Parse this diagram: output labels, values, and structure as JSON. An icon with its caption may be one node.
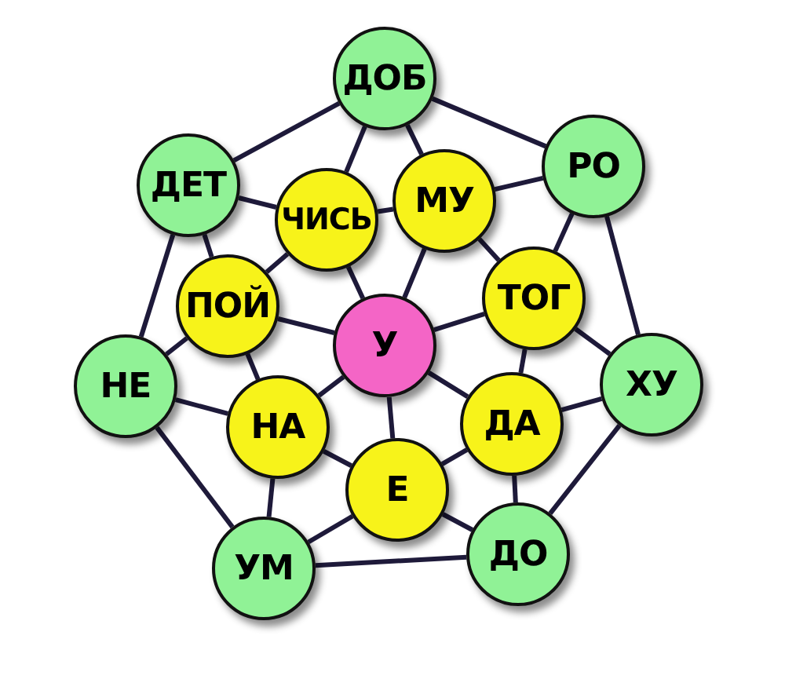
{
  "diagram": {
    "nodes": [
      {
        "text": [
          "ДОБ"
        ]
      },
      {
        "text": [
          "РО"
        ]
      },
      {
        "text": [
          "ДЕТ"
        ]
      },
      {
        "text": [
          "ЧИСЬ"
        ]
      },
      {
        "text": [
          "МУ"
        ]
      },
      {
        "text": [
          "ПОЙ"
        ]
      },
      {
        "text": [
          "ТОГ"
        ]
      },
      {
        "text": [
          "У"
        ]
      },
      {
        "text": [
          "НЕ"
        ]
      },
      {
        "text": [
          "ХУ"
        ]
      },
      {
        "text": [
          "НА"
        ]
      },
      {
        "text": [
          "ДА"
        ]
      },
      {
        "text": [
          "Е"
        ]
      },
      {
        "text": [
          "УМ"
        ]
      },
      {
        "text": [
          "ДО"
        ]
      }
    ],
    "edges": [
      {
        "from": 0,
        "to": 1,
        "arrow": "none"
      },
      {
        "from": 1,
        "to": 9,
        "arrow": "none"
      },
      {
        "from": 9,
        "to": 14,
        "arrow": "none"
      },
      {
        "from": 14,
        "to": 13,
        "arrow": "none"
      },
      {
        "from": 13,
        "to": 8,
        "arrow": "none"
      },
      {
        "from": 8,
        "to": 2,
        "arrow": "none"
      },
      {
        "from": 2,
        "to": 0,
        "arrow": "none"
      },
      {
        "from": 0,
        "to": 3,
        "arrow": "none"
      },
      {
        "from": 0,
        "to": 4,
        "arrow": "none"
      },
      {
        "from": 1,
        "to": 4,
        "arrow": "none"
      },
      {
        "from": 1,
        "to": 6,
        "arrow": "none"
      },
      {
        "from": 9,
        "to": 6,
        "arrow": "none"
      },
      {
        "from": 9,
        "to": 11,
        "arrow": "none"
      },
      {
        "from": 14,
        "to": 11,
        "arrow": "none"
      },
      {
        "from": 14,
        "to": 12,
        "arrow": "none"
      },
      {
        "from": 13,
        "to": 12,
        "arrow": "none"
      },
      {
        "from": 13,
        "to": 10,
        "arrow": "none"
      },
      {
        "from": 8,
        "to": 10,
        "arrow": "none"
      },
      {
        "from": 8,
        "to": 5,
        "arrow": "none"
      },
      {
        "from": 2,
        "to": 5,
        "arrow": "none"
      },
      {
        "from": 2,
        "to": 3,
        "arrow": "none"
      },
      {
        "from": 3,
        "to": 4,
        "arrow": "none"
      },
      {
        "from": 4,
        "to": 6,
        "arrow": "none"
      },
      {
        "from": 6,
        "to": 11,
        "arrow": "none"
      },
      {
        "from": 11,
        "to": 12,
        "arrow": "none"
      },
      {
        "from": 12,
        "to": 10,
        "arrow": "none"
      },
      {
        "from": 10,
        "to": 5,
        "arrow": "none"
      },
      {
        "from": 5,
        "to": 3,
        "arrow": "none"
      },
      {
        "from": 7,
        "to": 3,
        "arrow": "none"
      },
      {
        "from": 7,
        "to": 4,
        "arrow": "none"
      },
      {
        "from": 7,
        "to": 6,
        "arrow": "none"
      },
      {
        "from": 7,
        "to": 11,
        "arrow": "none"
      },
      {
        "from": 7,
        "to": 12,
        "arrow": "none"
      },
      {
        "from": 7,
        "to": 10,
        "arrow": "none"
      },
      {
        "from": 7,
        "to": 5,
        "arrow": "none"
      }
    ]
  }
}
